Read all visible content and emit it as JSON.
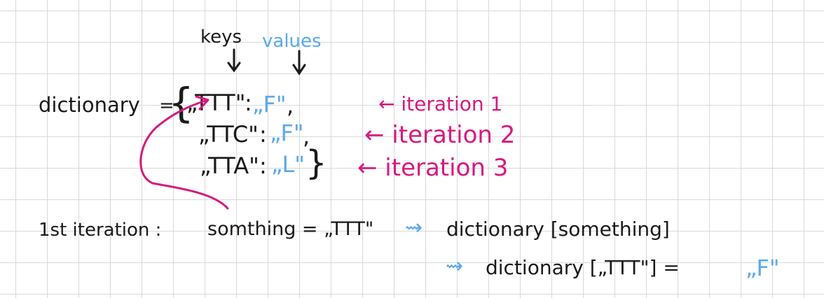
{
  "header": {
    "keys_label": "keys",
    "values_label": "values"
  },
  "dictionary": {
    "name": "dictionary",
    "assign": "=",
    "open_brace": "{",
    "close_brace": "}",
    "entries": [
      {
        "key": "„TTT\"",
        "colon": ":",
        "value": "„F\"",
        "comma": ","
      },
      {
        "key": "„TTC\"",
        "colon": ":",
        "value": "„F\"",
        "comma": ","
      },
      {
        "key": "„TTA\"",
        "colon": ":",
        "value": "„L\"",
        "comma": ""
      }
    ]
  },
  "iterations": [
    {
      "label": "← iteration 1"
    },
    {
      "label": "← iteration 2"
    },
    {
      "label": "← iteration 3"
    }
  ],
  "first_iteration": {
    "label": "1st iteration :",
    "assignment": "somthing = „TTT\"",
    "arrow": "⇝",
    "lookup": "dictionary [something]",
    "arrow2": "⇝",
    "resolved": "dictionary [„TTT\"] =",
    "result": "„F\""
  },
  "colors": {
    "ink": "#1a1a1a",
    "blue": "#5aa9ec",
    "pink": "#d61a7f",
    "grid": "#d9d9d9"
  }
}
